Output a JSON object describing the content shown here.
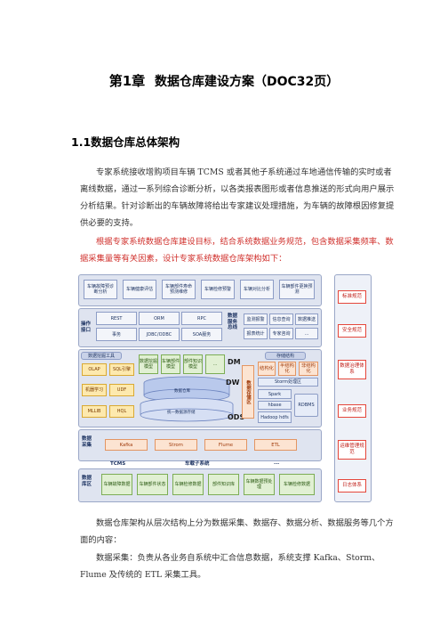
{
  "heading": {
    "chapter": "第1章",
    "title": "数据仓库建设方案（DOC32页）"
  },
  "section": {
    "number": "1.1",
    "title": "数据仓库总体架构"
  },
  "paragraphs": [
    "专家系统接收增购项目车辆 TCMS 或者其他子系统通过车地通信传输的实时或者离线数据，通过一系列综合诊断分析，以各类报表图形或者信息推送的形式向用户展示分析结果。针对诊断出的车辆故障将给出专家建议处理措施，为车辆的故障根因修复提供必要的支持。",
    "根据专家系统数据仓库建设目标，结合系统数据业务规范，包含数据采集频率、数据采集量等有关因素，设计专家系统数据仓库架构如下：",
    "数据仓库架构从层次结构上分为数据采集、数据存、数据分析、数据服务等几个方面的内容：",
    "数据采集：负责从各业务自系统中汇合信息数据，系统支撑 Kafka、Storm、Flume 及传统的 ETL 采集工具。"
  ],
  "diagram": {
    "top_apps": [
      "车辆故障预诊断分析",
      "车辆健康评估",
      "车辆部件寿命预测维修",
      "车辆检修预警",
      "车辆对比分析",
      "车辆部件更换预测"
    ],
    "interface_label": "操作接口",
    "interface_cells": [
      "REST",
      "ORM",
      "RPC",
      "事务",
      "JDBC/ODBC",
      "SOA服务"
    ],
    "service_bus_label": "数据服务总线",
    "service_cells": [
      "监测报警",
      "信息查询",
      "数据推送",
      "报表统计",
      "专家咨询",
      "..."
    ],
    "analysis_label": "数据挖掘工具",
    "analysis_cells": [
      "OLAP",
      "SQL引擎",
      "机器学习",
      "UDF",
      "MLLIB",
      "HQL"
    ],
    "dm_cells": [
      "数据挖掘模型",
      "车辆部件模型",
      "部件知识模型",
      "..."
    ],
    "layer_dm": "DM",
    "layer_dw": "DW",
    "layer_ods": "ODS",
    "dw_inner": "数据仓库",
    "ods_inner": "统一数据源存储",
    "storage_label": "数据存储区",
    "storage_title": "存储结构",
    "storage_cells": [
      "结构化",
      "半结构化",
      "非结构化"
    ],
    "storm_area": "Storm处理区",
    "hadoop_cells": [
      "Spark",
      "hbase",
      "Hadoop hdfs"
    ],
    "rdbms": "RDBMS",
    "collect_label": "数据采集",
    "collect_cells": [
      "Kafka",
      "Strom",
      "Flume",
      "ETL"
    ],
    "source_left": "TCMS",
    "source_mid": "车载子系统",
    "source_dots": "...",
    "source_label": "数据库区",
    "source_cells": [
      "车辆故障数据",
      "车辆部件状态",
      "车辆检修数据",
      "部件知识库",
      "车辆数据预处理",
      "车辆检修数据"
    ],
    "right_rail": [
      "标准规范",
      "安全规范",
      "数据治理体系",
      "业务规范",
      "运维管理规范",
      "日志体系"
    ]
  }
}
